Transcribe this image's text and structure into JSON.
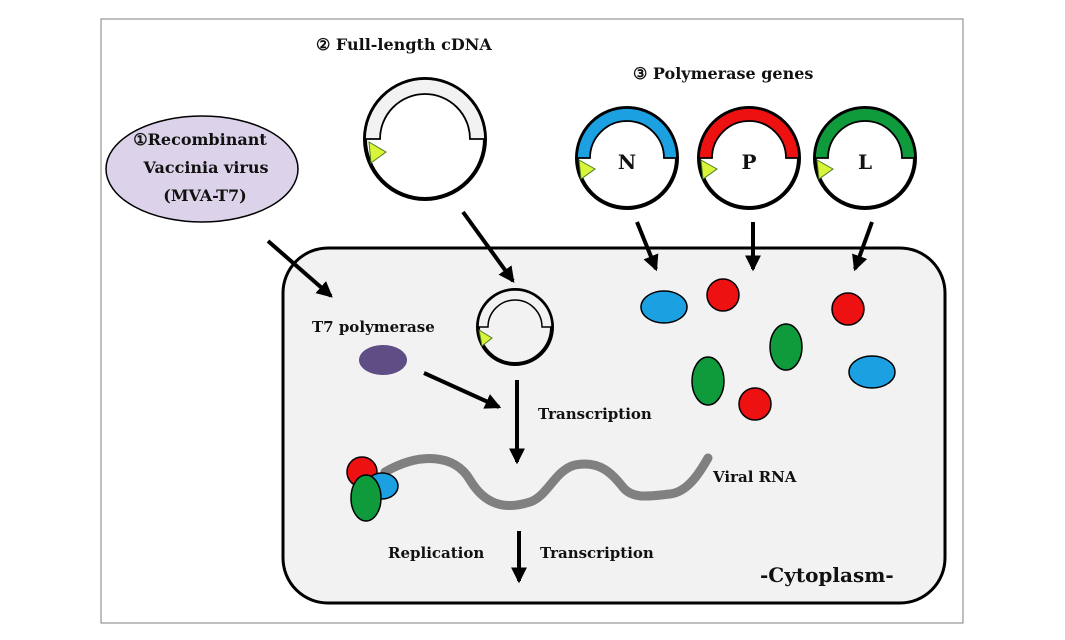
{
  "labels": {
    "cdna": "② Full-length cDNA",
    "polymerase_genes": "③ Polymerase genes",
    "vaccinia_line1": "①Recombinant",
    "vaccinia_line2": "Vaccinia virus",
    "vaccinia_line3": "(MVA-T7)",
    "t7_polymerase": "T7 polymerase",
    "transcription_top": "Transcription",
    "viral_rna": "Viral RNA",
    "replication": "Replication",
    "transcription_bottom": "Transcription",
    "cytoplasm": "-Cytoplasm-"
  },
  "genes": [
    {
      "letter": "N",
      "color": "#1ba0e2"
    },
    {
      "letter": "P",
      "color": "#ee1111"
    },
    {
      "letter": "L",
      "color": "#0f9a3c"
    }
  ],
  "colors": {
    "cell_fill": "#f2f2f2",
    "vaccinia_fill": "#dcd3ea",
    "t7_protein": "#5e4e85",
    "promoter_triangle": "#d9f53a",
    "rna": "#808080",
    "cdna_arc": "#f2f2f2"
  }
}
